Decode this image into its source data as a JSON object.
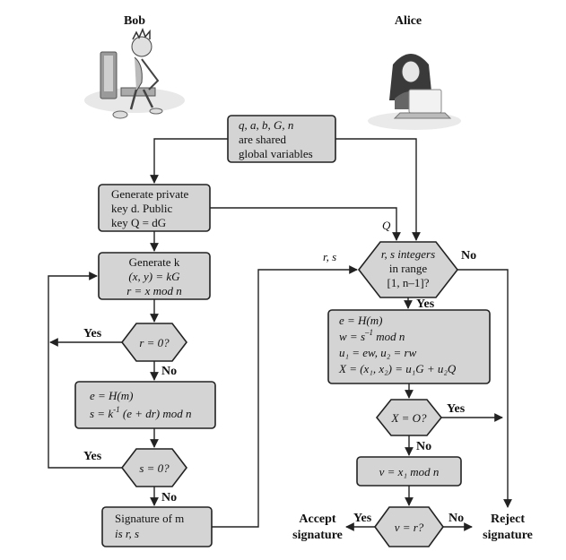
{
  "actors": {
    "bob": {
      "label": "Bob",
      "illustration": "person-at-computer-icon"
    },
    "alice": {
      "label": "Alice",
      "illustration": "person-with-laptop-icon"
    }
  },
  "shared": {
    "line1": "q, a, b, G, n",
    "line2": "are shared",
    "line3": "global variables"
  },
  "keygen": {
    "line1": "Generate private",
    "line2": "key d. Public",
    "line3": "key  Q = dG"
  },
  "gen_k": {
    "line1": "Generate k",
    "line2": "(x, y) = kG",
    "line3": "r = x mod n"
  },
  "r_zero": {
    "text": "r = 0?"
  },
  "s_calc": {
    "line1": "e = H(m)",
    "line2": "s = k",
    "line2_sup": "-1",
    "line2_rest": " (e + dr) mod n"
  },
  "s_zero": {
    "text": "s = 0?"
  },
  "signature": {
    "line1": "Signature of m",
    "line2": "is r, s"
  },
  "range_check": {
    "line1": "r, s integers",
    "line2": "in range",
    "line3": "[1, n–1]?"
  },
  "verify_calc": {
    "line1": "e = H(m)",
    "line2": "w = s",
    "line2_sup": "–1",
    "line2_rest": " mod n",
    "line3": "u₁ = ew, u₂ = rw",
    "line4": "X = (x₁, x₂) = u₁G + u₂Q"
  },
  "x_origin": {
    "text": "X = O?"
  },
  "v_calc": {
    "text": "v = x₁ mod n"
  },
  "v_check": {
    "text": "v = r?"
  },
  "labels": {
    "yes": "Yes",
    "no": "No",
    "q": "Q",
    "rs": "r, s",
    "accept_1": "Accept",
    "accept_2": "signature",
    "reject_1": "Reject",
    "reject_2": "signature"
  }
}
